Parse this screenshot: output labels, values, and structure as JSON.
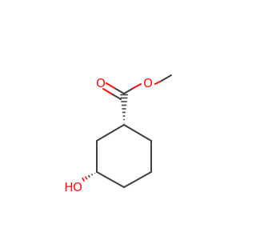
{
  "colors": {
    "background": "#ffffff",
    "bond": "#404040",
    "oxygen": "#ff0d0d"
  },
  "atoms": {
    "carbonyl_oxygen": "O",
    "ester_oxygen": "O",
    "hydroxyl_oxygen": "O",
    "hydroxyl_hydrogen": "H"
  }
}
